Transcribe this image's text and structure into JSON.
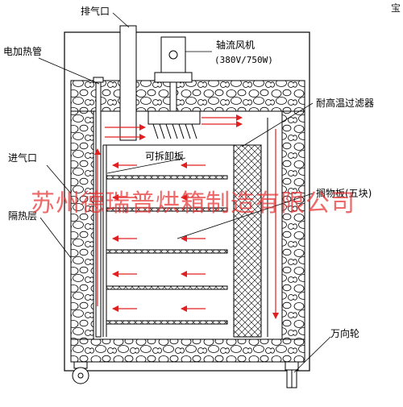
{
  "labels": {
    "exhaust_port": "排气口",
    "electric_heater_tube": "电加热管",
    "axial_fan": "轴流风机",
    "fan_spec": "(380V/750W)",
    "high_temp_filter": "耐高温过滤器",
    "air_inlet": "进气口",
    "removable_panel": "可拆卸板",
    "shelf_plates": "搁物板(五块)",
    "insulation_layer": "隔热层",
    "caster": "万向轮"
  },
  "watermark": "苏州德瑞普烘箱制造有限公司",
  "corner_text": "宝",
  "colors": {
    "line": "#000000",
    "arrow": "#e02020",
    "watermark": "#e83030",
    "insulation_fill": "#ffffff"
  },
  "shelves": {
    "count": 5
  }
}
